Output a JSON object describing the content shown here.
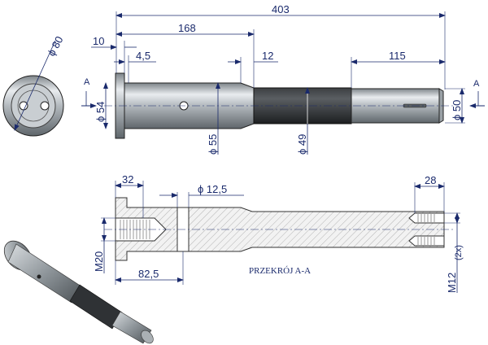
{
  "drawing": {
    "length_total": "403",
    "length_168": "168",
    "length_10": "10",
    "length_4_5": "4,5",
    "length_12": "12",
    "length_115": "115",
    "dia_80": "80",
    "dia_54": "54",
    "dia_55": "55",
    "dia_49": "49",
    "dia_50": "50",
    "section_mark": "A",
    "hole_dia": "12,5",
    "length_32": "32",
    "length_28": "28",
    "length_82_5": "82,5",
    "thread_m20": "M20",
    "thread_m12": "M12",
    "count_2x": "(2x)",
    "section_caption": "PRZEKRÓJ A-A",
    "phi": "ϕ"
  }
}
